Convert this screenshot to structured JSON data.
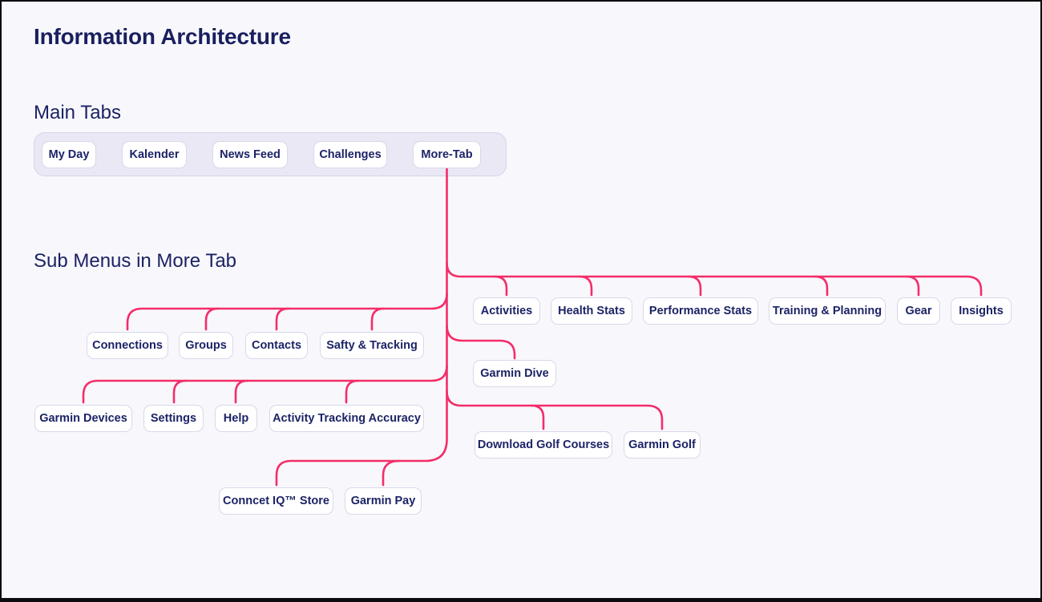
{
  "page": {
    "title": "Information Architecture"
  },
  "main_tabs": {
    "heading": "Main Tabs",
    "tabs": [
      {
        "label": "My Day"
      },
      {
        "label": "Kalender"
      },
      {
        "label": "News Feed"
      },
      {
        "label": "Challenges"
      },
      {
        "label": "More-Tab"
      }
    ]
  },
  "sub_menus": {
    "heading": "Sub Menus in More Tab",
    "groups": [
      {
        "name": "row-1-right",
        "items": [
          "Activities",
          "Health Stats",
          "Performance Stats",
          "Training & Planning",
          "Gear",
          "Insights"
        ]
      },
      {
        "name": "row-2-left",
        "items": [
          "Connections",
          "Groups",
          "Contacts",
          "Safty & Tracking"
        ]
      },
      {
        "name": "row-3-dive",
        "items": [
          "Garmin Dive"
        ]
      },
      {
        "name": "row-4-left",
        "items": [
          "Garmin Devices",
          "Settings",
          "Help",
          "Activity Tracking Accuracy"
        ]
      },
      {
        "name": "row-5-golf",
        "items": [
          "Download Golf Courses",
          "Garmin Golf"
        ]
      },
      {
        "name": "row-6-bottom",
        "items": [
          "Conncet IQ™ Store",
          "Garmin Pay"
        ]
      }
    ]
  },
  "colors": {
    "background": "#f8f8fc",
    "text_navy": "#1b2264",
    "title_navy": "#191f5e",
    "connector_pink": "#f42d69",
    "tabbar_background": "#e9e8f4",
    "box_border": "#d9d7ea"
  }
}
